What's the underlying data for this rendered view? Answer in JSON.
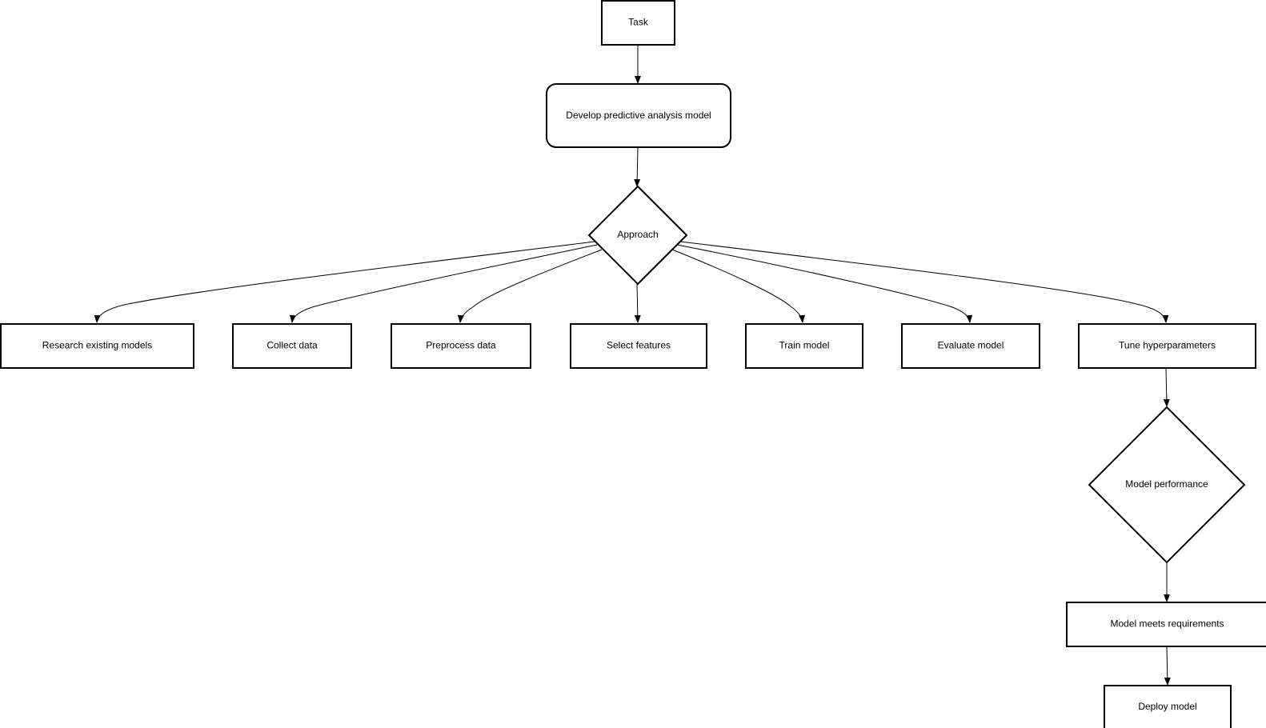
{
  "diagram": {
    "nodes": {
      "task": "Task",
      "develop": "Develop predictive analysis model",
      "approach": "Approach",
      "research": "Research existing models",
      "collect": "Collect data",
      "preprocess": "Preprocess data",
      "select": "Select features",
      "train": "Train model",
      "evaluate": "Evaluate model",
      "tune": "Tune hyperparameters",
      "performance": "Model performance",
      "meets": "Model meets requirements",
      "deploy": "Deploy model"
    },
    "edges": [
      [
        "task",
        "develop"
      ],
      [
        "develop",
        "approach"
      ],
      [
        "approach",
        "research"
      ],
      [
        "approach",
        "collect"
      ],
      [
        "approach",
        "preprocess"
      ],
      [
        "approach",
        "select"
      ],
      [
        "approach",
        "train"
      ],
      [
        "approach",
        "evaluate"
      ],
      [
        "approach",
        "tune"
      ],
      [
        "tune",
        "performance"
      ],
      [
        "performance",
        "meets"
      ],
      [
        "meets",
        "deploy"
      ]
    ]
  }
}
